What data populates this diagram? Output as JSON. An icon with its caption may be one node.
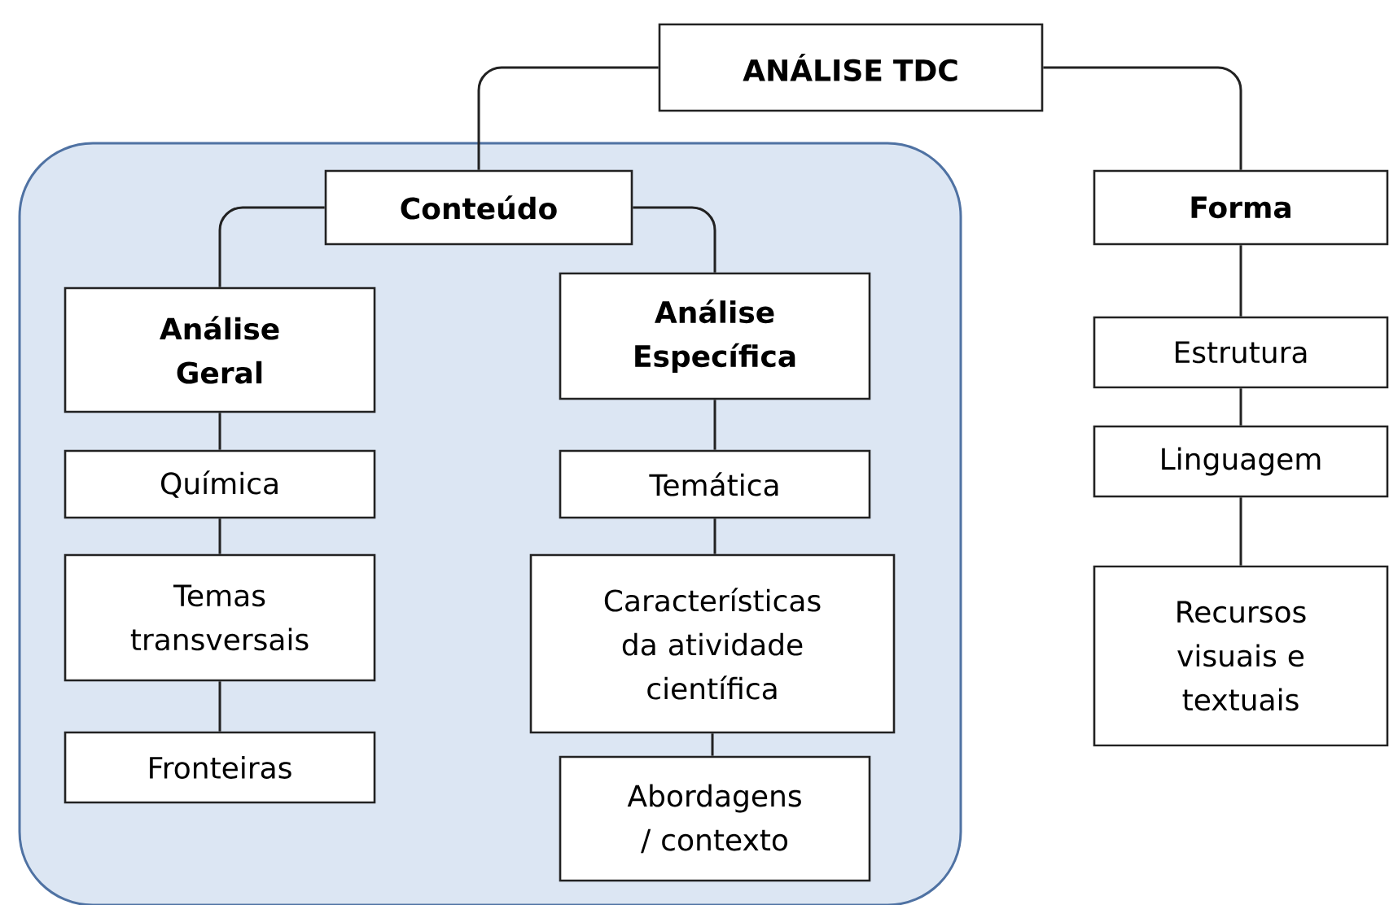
{
  "diagram": {
    "nodes": [
      {
        "text": [
          "ANÁLISE TDC"
        ]
      },
      {
        "text": [],
        "shape": "box"
      },
      {
        "text": [
          "Conteúdo"
        ],
        "in": 1
      },
      {
        "text": [
          "Análise Geral"
        ],
        "in": 1
      },
      {
        "text": [
          "Química"
        ],
        "in": 1
      },
      {
        "text": [
          "Temas transversais"
        ],
        "in": 1
      },
      {
        "text": [
          "Fronteiras"
        ],
        "in": 1
      },
      {
        "text": [
          "Análise Específica"
        ],
        "in": 1
      },
      {
        "text": [
          "Temática"
        ],
        "in": 1
      },
      {
        "text": [
          "Características da atividade científica"
        ],
        "in": 1
      },
      {
        "text": [
          "Abordagens / contexto"
        ],
        "in": 1
      },
      {
        "text": [
          "Forma"
        ]
      },
      {
        "text": [
          "Estrutura"
        ]
      },
      {
        "text": [
          "Linguagem"
        ]
      },
      {
        "text": [
          "Recursos visuais e textuais"
        ]
      }
    ],
    "edges": [
      {
        "from": 0,
        "to": 2,
        "arrow": "none"
      },
      {
        "from": 0,
        "to": 11,
        "arrow": "none"
      },
      {
        "from": 2,
        "to": 3,
        "arrow": "none"
      },
      {
        "from": 2,
        "to": 7,
        "arrow": "none"
      },
      {
        "from": 3,
        "to": 4,
        "arrow": "none"
      },
      {
        "from": 4,
        "to": 5,
        "arrow": "none"
      },
      {
        "from": 5,
        "to": 6,
        "arrow": "none"
      },
      {
        "from": 7,
        "to": 8,
        "arrow": "none"
      },
      {
        "from": 8,
        "to": 9,
        "arrow": "none"
      },
      {
        "from": 9,
        "to": 10,
        "arrow": "none"
      },
      {
        "from": 11,
        "to": 12,
        "arrow": "none"
      },
      {
        "from": 12,
        "to": 13,
        "arrow": "none"
      },
      {
        "from": 13,
        "to": 14,
        "arrow": "none"
      }
    ]
  }
}
